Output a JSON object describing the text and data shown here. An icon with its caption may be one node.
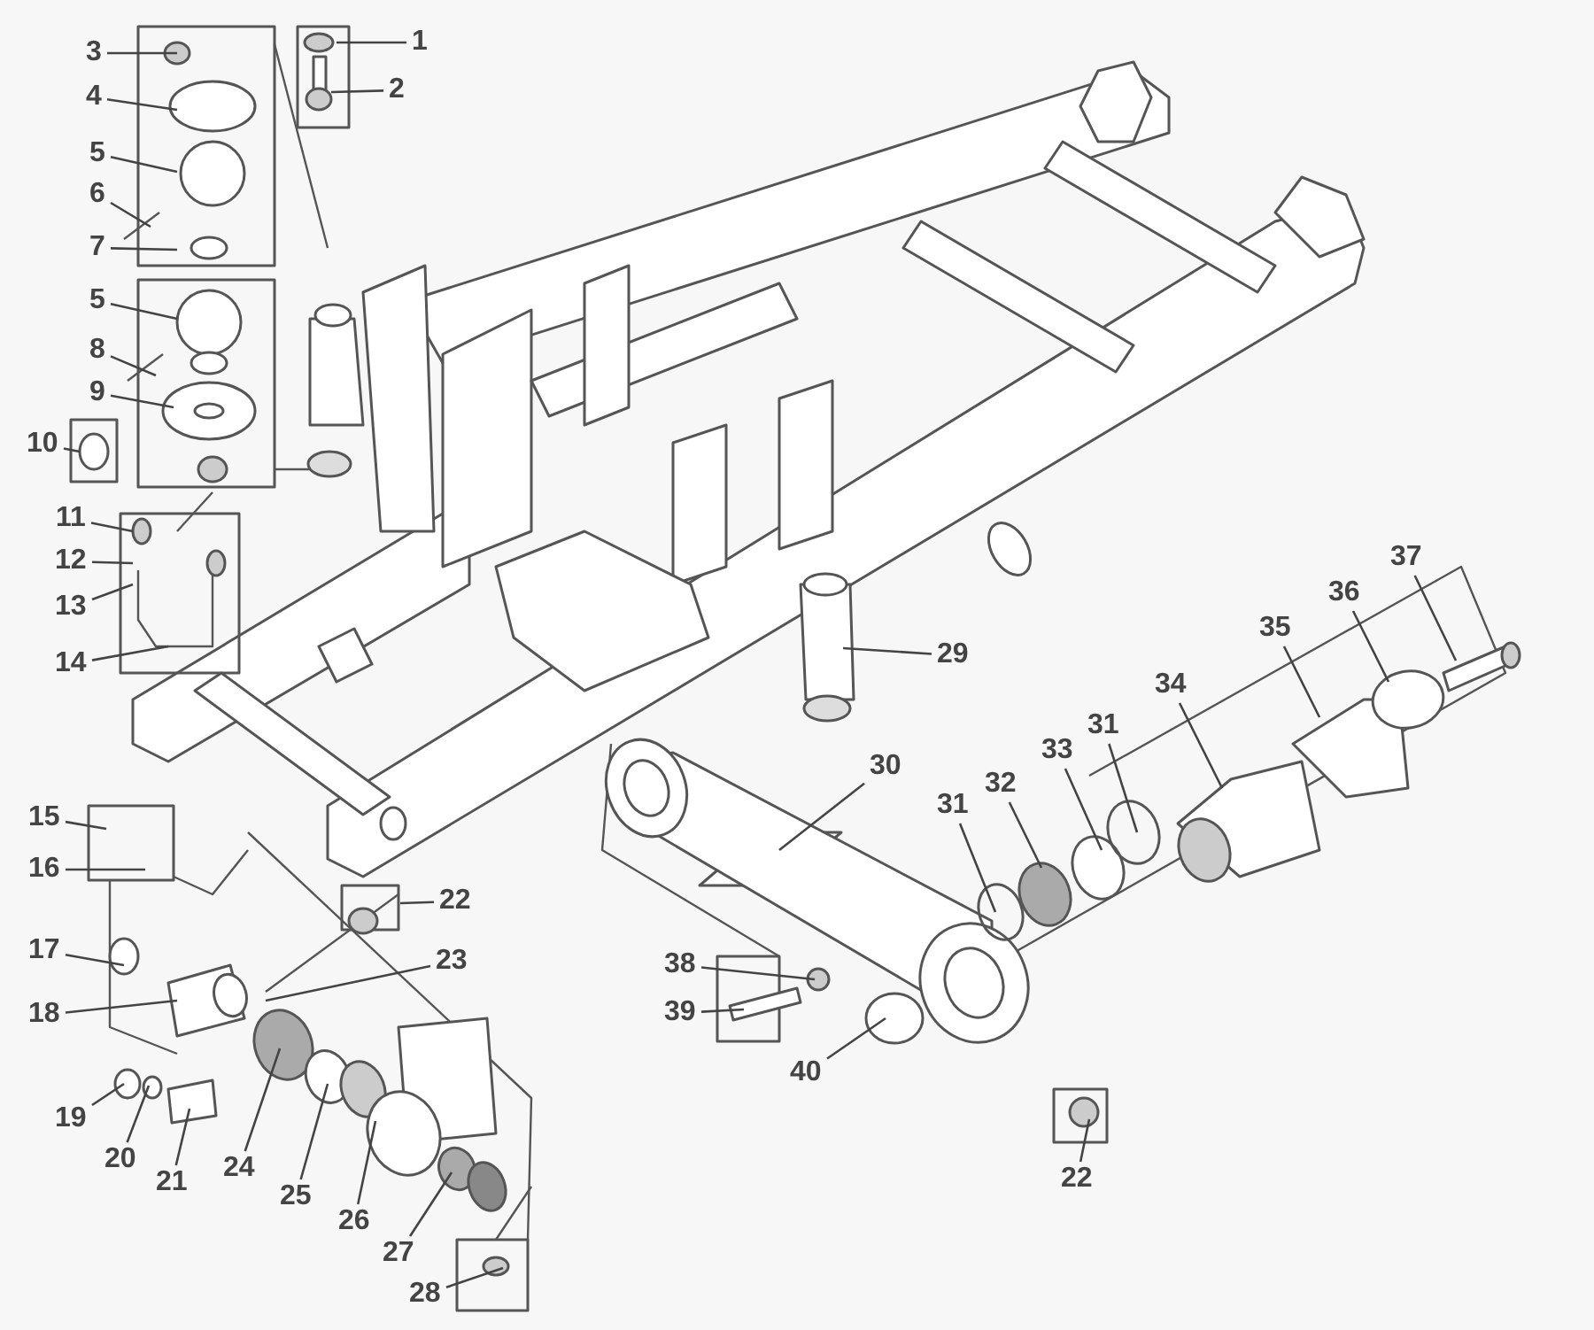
{
  "diagram": {
    "nodes": [
      {
        "text": [
          "1"
        ]
      },
      {
        "text": [
          "2"
        ]
      },
      {
        "text": [
          "3"
        ]
      },
      {
        "text": [
          "4"
        ]
      },
      {
        "text": [
          "5"
        ]
      },
      {
        "text": [
          "6"
        ]
      },
      {
        "text": [
          "7"
        ]
      },
      {
        "text": [
          "5"
        ]
      },
      {
        "text": [
          "8"
        ]
      },
      {
        "text": [
          "9"
        ]
      },
      {
        "text": [
          "10"
        ]
      },
      {
        "text": [
          "11"
        ]
      },
      {
        "text": [
          "12"
        ]
      },
      {
        "text": [
          "13"
        ]
      },
      {
        "text": [
          "14"
        ]
      },
      {
        "text": [
          "15"
        ]
      },
      {
        "text": [
          "16"
        ]
      },
      {
        "text": [
          "17"
        ]
      },
      {
        "text": [
          "18"
        ]
      },
      {
        "text": [
          "19"
        ]
      },
      {
        "text": [
          "20"
        ]
      },
      {
        "text": [
          "21"
        ]
      },
      {
        "text": [
          "22"
        ]
      },
      {
        "text": [
          "23"
        ]
      },
      {
        "text": [
          "24"
        ]
      },
      {
        "text": [
          "25"
        ]
      },
      {
        "text": [
          "26"
        ]
      },
      {
        "text": [
          "27"
        ]
      },
      {
        "text": [
          "28"
        ]
      },
      {
        "text": [
          "29"
        ]
      },
      {
        "text": [
          "30"
        ]
      },
      {
        "text": [
          "31"
        ]
      },
      {
        "text": [
          "32"
        ]
      },
      {
        "text": [
          "33"
        ]
      },
      {
        "text": [
          "31"
        ]
      },
      {
        "text": [
          "34"
        ]
      },
      {
        "text": [
          "35"
        ]
      },
      {
        "text": [
          "36"
        ]
      },
      {
        "text": [
          "37"
        ]
      },
      {
        "text": [
          "38"
        ]
      },
      {
        "text": [
          "39"
        ]
      },
      {
        "text": [
          "40"
        ]
      },
      {
        "text": [
          "22"
        ]
      }
    ],
    "edges": [
      {
        "from": 0,
        "to": null,
        "arrow": "none"
      },
      {
        "from": 1,
        "to": null,
        "arrow": "none"
      },
      {
        "from": 2,
        "to": null,
        "arrow": "none"
      },
      {
        "from": 3,
        "to": null,
        "arrow": "none"
      },
      {
        "from": 4,
        "to": null,
        "arrow": "none"
      },
      {
        "from": 5,
        "to": null,
        "arrow": "none"
      },
      {
        "from": 6,
        "to": null,
        "arrow": "none"
      },
      {
        "from": 7,
        "to": null,
        "arrow": "none"
      },
      {
        "from": 8,
        "to": null,
        "arrow": "none"
      },
      {
        "from": 9,
        "to": null,
        "arrow": "none"
      },
      {
        "from": 10,
        "to": null,
        "arrow": "none"
      },
      {
        "from": 11,
        "to": null,
        "arrow": "none"
      },
      {
        "from": 12,
        "to": null,
        "arrow": "none"
      },
      {
        "from": 13,
        "to": null,
        "arrow": "none"
      },
      {
        "from": 14,
        "to": null,
        "arrow": "none"
      },
      {
        "from": 15,
        "to": null,
        "arrow": "none"
      },
      {
        "from": 16,
        "to": null,
        "arrow": "none"
      },
      {
        "from": 17,
        "to": null,
        "arrow": "none"
      },
      {
        "from": 18,
        "to": null,
        "arrow": "none"
      },
      {
        "from": 19,
        "to": null,
        "arrow": "none"
      },
      {
        "from": 20,
        "to": null,
        "arrow": "none"
      },
      {
        "from": 21,
        "to": null,
        "arrow": "none"
      },
      {
        "from": 22,
        "to": null,
        "arrow": "none"
      },
      {
        "from": 23,
        "to": null,
        "arrow": "none"
      },
      {
        "from": 24,
        "to": null,
        "arrow": "none"
      },
      {
        "from": 25,
        "to": null,
        "arrow": "none"
      },
      {
        "from": 26,
        "to": null,
        "arrow": "none"
      },
      {
        "from": 27,
        "to": null,
        "arrow": "none"
      },
      {
        "from": 28,
        "to": null,
        "arrow": "none"
      },
      {
        "from": 29,
        "to": null,
        "arrow": "none"
      },
      {
        "from": 30,
        "to": null,
        "arrow": "none"
      },
      {
        "from": 31,
        "to": null,
        "arrow": "none"
      },
      {
        "from": 32,
        "to": null,
        "arrow": "none"
      },
      {
        "from": 33,
        "to": null,
        "arrow": "none"
      },
      {
        "from": 34,
        "to": null,
        "arrow": "none"
      },
      {
        "from": 35,
        "to": null,
        "arrow": "none"
      },
      {
        "from": 36,
        "to": null,
        "arrow": "none"
      },
      {
        "from": 37,
        "to": null,
        "arrow": "none"
      },
      {
        "from": 38,
        "to": null,
        "arrow": "none"
      },
      {
        "from": 39,
        "to": null,
        "arrow": "none"
      },
      {
        "from": 40,
        "to": null,
        "arrow": "none"
      },
      {
        "from": 41,
        "to": null,
        "arrow": "none"
      },
      {
        "from": 42,
        "to": null,
        "arrow": "none"
      }
    ]
  }
}
